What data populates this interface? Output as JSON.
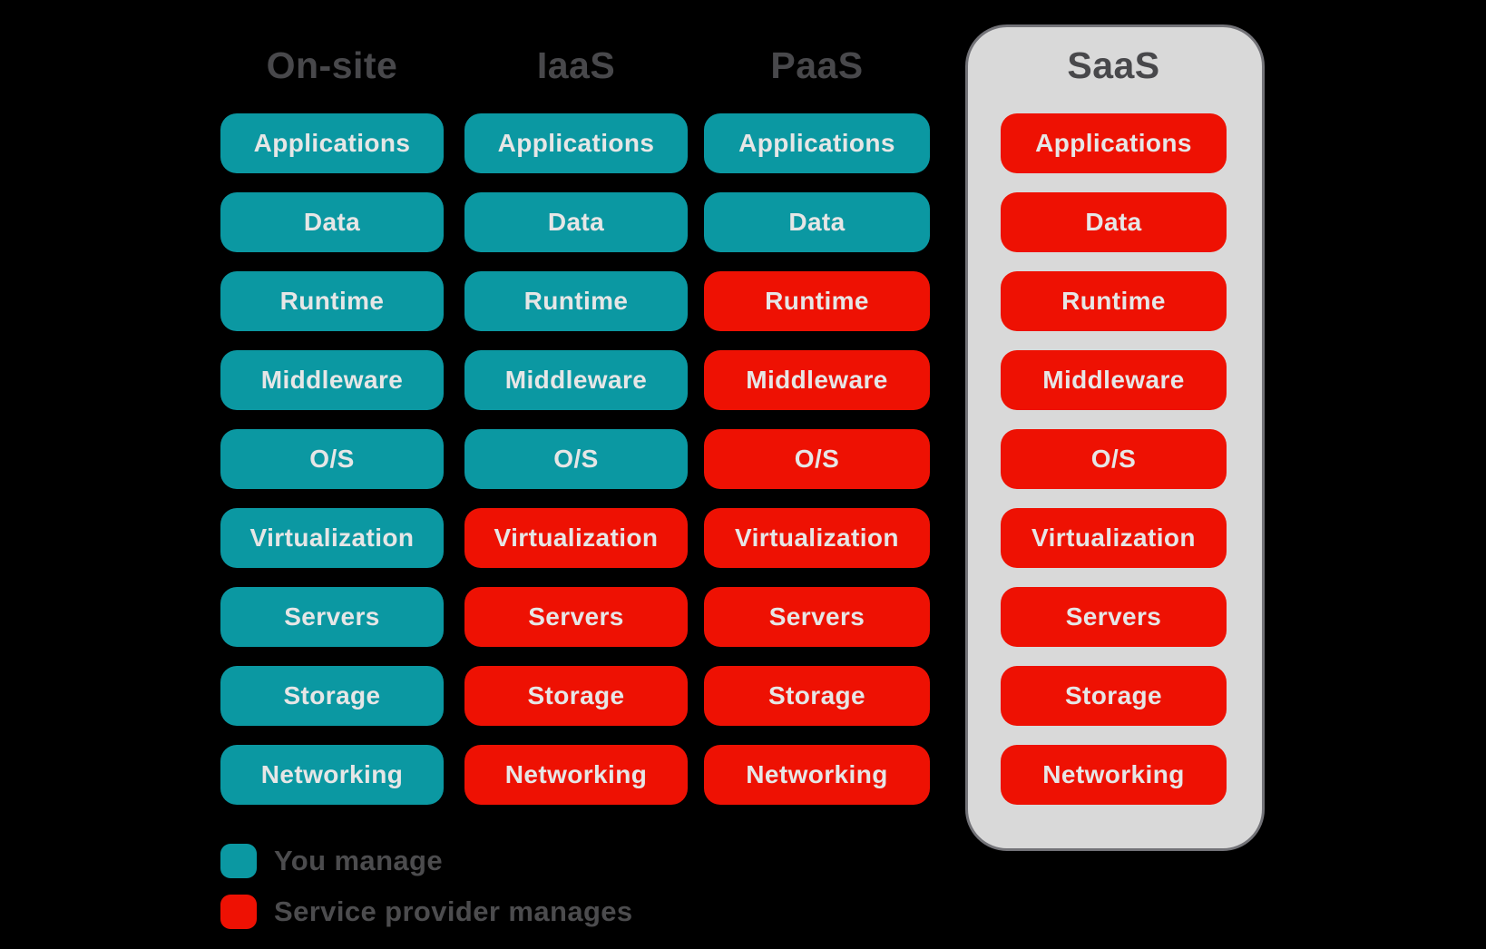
{
  "colors": {
    "background": "#000000",
    "you_manage": "#0b98a2",
    "provider_manages": "#ee1103",
    "panel_background": "#d9d9d9",
    "panel_border": "#737378",
    "heading_text": "#48484b",
    "legend_text": "#4c4c4e",
    "cell_text": "#e6e6e6"
  },
  "columns": [
    {
      "label": "On-site",
      "highlighted": false,
      "cells": [
        {
          "label": "Applications",
          "owner": "you"
        },
        {
          "label": "Data",
          "owner": "you"
        },
        {
          "label": "Runtime",
          "owner": "you"
        },
        {
          "label": "Middleware",
          "owner": "you"
        },
        {
          "label": "O/S",
          "owner": "you"
        },
        {
          "label": "Virtualization",
          "owner": "you"
        },
        {
          "label": "Servers",
          "owner": "you"
        },
        {
          "label": "Storage",
          "owner": "you"
        },
        {
          "label": "Networking",
          "owner": "you"
        }
      ]
    },
    {
      "label": "IaaS",
      "highlighted": false,
      "cells": [
        {
          "label": "Applications",
          "owner": "you"
        },
        {
          "label": "Data",
          "owner": "you"
        },
        {
          "label": "Runtime",
          "owner": "you"
        },
        {
          "label": "Middleware",
          "owner": "you"
        },
        {
          "label": "O/S",
          "owner": "you"
        },
        {
          "label": "Virtualization",
          "owner": "provider"
        },
        {
          "label": "Servers",
          "owner": "provider"
        },
        {
          "label": "Storage",
          "owner": "provider"
        },
        {
          "label": "Networking",
          "owner": "provider"
        }
      ]
    },
    {
      "label": "PaaS",
      "highlighted": false,
      "cells": [
        {
          "label": "Applications",
          "owner": "you"
        },
        {
          "label": "Data",
          "owner": "you"
        },
        {
          "label": "Runtime",
          "owner": "provider"
        },
        {
          "label": "Middleware",
          "owner": "provider"
        },
        {
          "label": "O/S",
          "owner": "provider"
        },
        {
          "label": "Virtualization",
          "owner": "provider"
        },
        {
          "label": "Servers",
          "owner": "provider"
        },
        {
          "label": "Storage",
          "owner": "provider"
        },
        {
          "label": "Networking",
          "owner": "provider"
        }
      ]
    },
    {
      "label": "SaaS",
      "highlighted": true,
      "cells": [
        {
          "label": "Applications",
          "owner": "provider"
        },
        {
          "label": "Data",
          "owner": "provider"
        },
        {
          "label": "Runtime",
          "owner": "provider"
        },
        {
          "label": "Middleware",
          "owner": "provider"
        },
        {
          "label": "O/S",
          "owner": "provider"
        },
        {
          "label": "Virtualization",
          "owner": "provider"
        },
        {
          "label": "Servers",
          "owner": "provider"
        },
        {
          "label": "Storage",
          "owner": "provider"
        },
        {
          "label": "Networking",
          "owner": "provider"
        }
      ]
    }
  ],
  "legend": [
    {
      "label": "You manage",
      "owner": "you"
    },
    {
      "label": "Service provider manages",
      "owner": "provider"
    }
  ]
}
